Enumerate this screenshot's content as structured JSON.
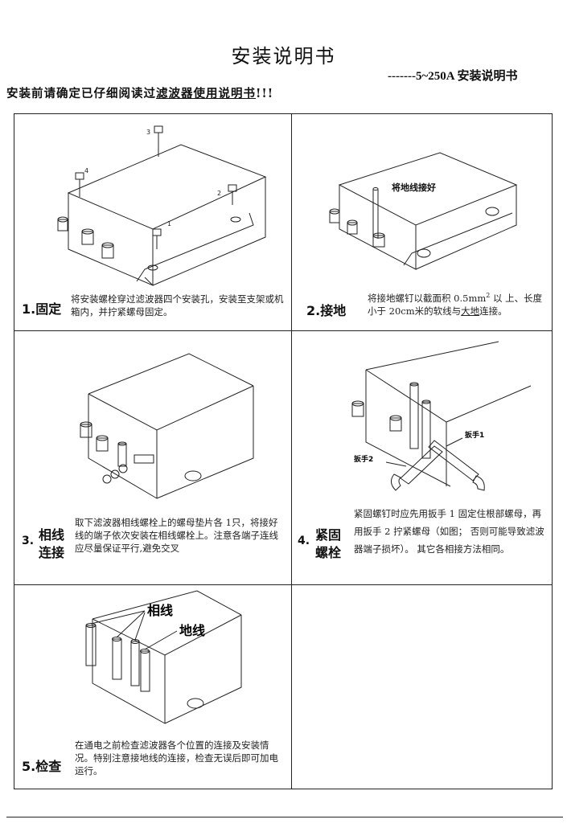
{
  "header": {
    "title": "安装说明书",
    "subtitle": "-------5~250A  安装说明书",
    "warning_prefix": "安装前请确定已仔细阅读过",
    "warning_underlined": "滤波器使用说明书",
    "warning_suffix": "!!!"
  },
  "steps": [
    {
      "label": "1.固定",
      "desc": "将安装螺栓穿过滤波器四个安装孔，安装至支架或机箱内，并拧紧螺母固定。",
      "callouts": [
        "3",
        "4",
        "2",
        "1"
      ]
    },
    {
      "label": "2.接地",
      "desc_part1": "将接地螺钉以截面积   0.5mm",
      "desc_sup": "2",
      "desc_part2": " 以 上、长度小于  20cm米的软线与",
      "desc_underlined": "大地",
      "desc_part3": "连接。",
      "callout": "将地线接好"
    },
    {
      "label_line1": "相线",
      "label_line2": "连接",
      "number": "3.",
      "desc": "取下滤波器相线螺栓上的螺母垫片各 1只，将接好线的端子依次安装在相线螺栓上。注意各端子连线应尽量保证平行,避免交叉"
    },
    {
      "label_line1": "紧固",
      "label_line2": "螺栓",
      "number": "4.",
      "desc": "紧固螺钉时应先用扳手 1 固定住根部螺母，再用扳手  2  拧紧螺母（如图；  否则可能导致滤波器端子损坏）。  其它各相接方法相同。",
      "callout_wrench1": "扳手1",
      "callout_wrench2": "扳手2"
    },
    {
      "label": "5.检查",
      "desc": "在通电之前检查滤波器各个位置的连接及安装情况。特别注意接地线的连接，检查无误后即可加电运行。",
      "callout_phase": "相线",
      "callout_ground": "地线"
    }
  ]
}
